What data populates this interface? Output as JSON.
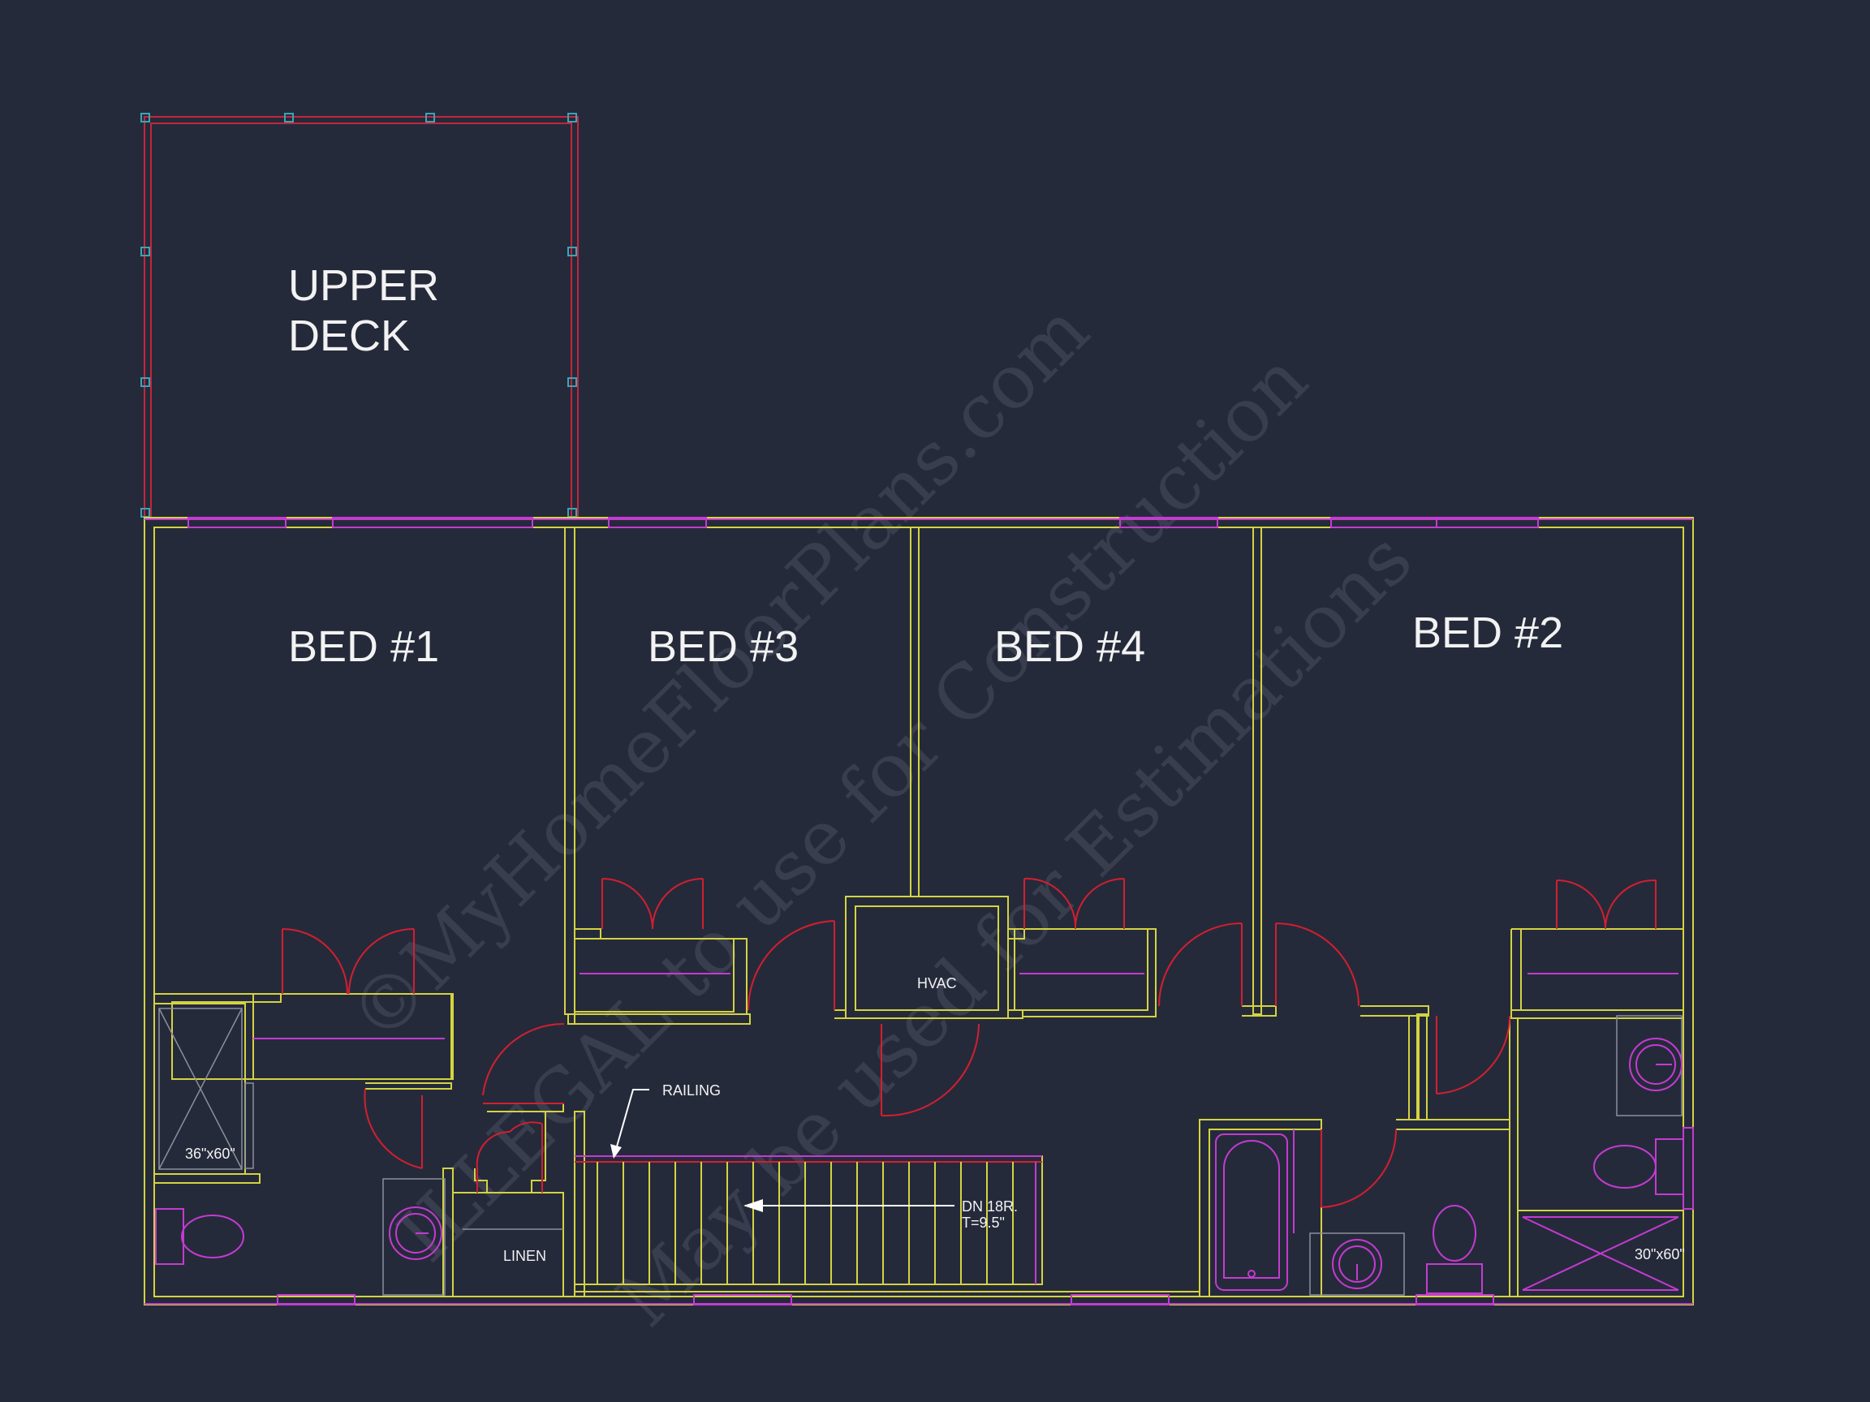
{
  "rooms": {
    "upper_deck_line1": "UPPER",
    "upper_deck_line2": "DECK",
    "bed1": "BED #1",
    "bed3": "BED #3",
    "bed4": "BED #4",
    "bed2": "BED #2"
  },
  "labels": {
    "hvac": "HVAC",
    "railing": "RAILING",
    "linen": "LINEN",
    "stair_line1": "DN 18R.",
    "stair_line2": "T=9.5\"",
    "shower1": "36\"x60\"",
    "shower2": "30\"x60\""
  },
  "watermark": {
    "line1": "©MyHomeFloorPlans.com",
    "line2": "ILLEGAL to use for Construction",
    "line3": "May be used for Estimations"
  },
  "colors": {
    "background": "#252a3b",
    "walls": "#d4d341",
    "deck": "#c4263a",
    "doors": "#d31f2f",
    "fixtures": "#c43bd0"
  }
}
